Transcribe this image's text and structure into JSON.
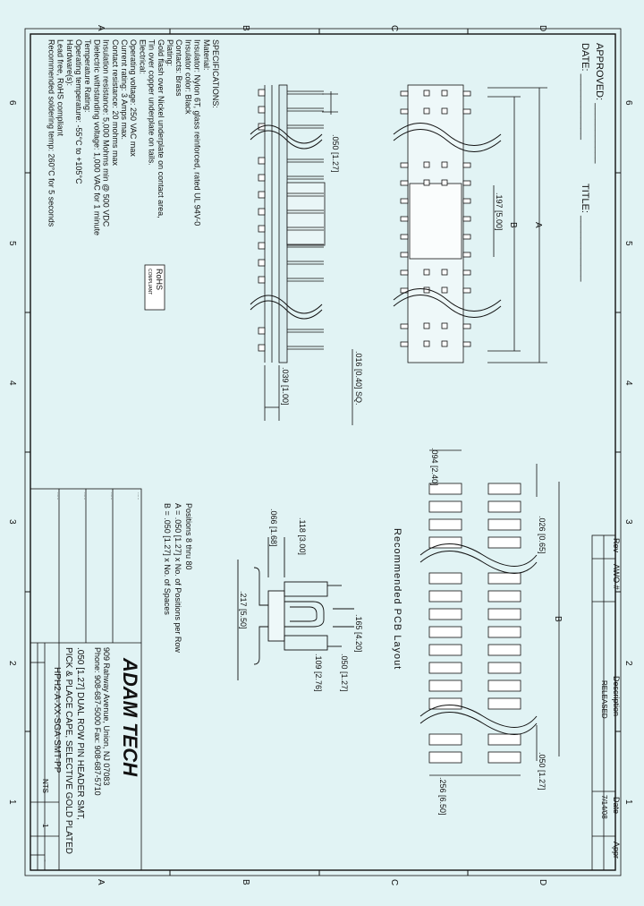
{
  "border": {
    "zones_top": [
      "A",
      "B",
      "C",
      "D"
    ],
    "zones_bottom": [
      "A",
      "B",
      "C",
      "D"
    ],
    "zones_left": [
      "6",
      "5",
      "4",
      "3",
      "2",
      "1"
    ],
    "zones_right": [
      "6",
      "5",
      "4",
      "3",
      "2",
      "1"
    ]
  },
  "approval": {
    "approved": "APPROVED: ___________",
    "date": "DATE: ____________",
    "title": "TITLE: ____________"
  },
  "specifications": [
    "SPECIFICATIONS:",
    "Material:",
    "Insulator: Nylon 6T, glass reinforced, rated UL 94V-0",
    "Insulator color: Black",
    "Contacts: Brass",
    "Plating:",
    "Gold flash over Nickel underplate on contact area,",
    "Tin over copper underplate on tails.",
    "Electrical:",
    "Operating voltage: 250 VAC max",
    "Current rating: 3 Amps max.",
    "Contact resistance: 20 mohms max",
    "Insulation resistance: 5,000 Mohms min @ 500 VDC",
    "Dielectric withstanding voltage: 1,000 VAC for 1 minute",
    "Temperature Rating:",
    "Operating temperature: -55°C to +105°C",
    "Hardware(s):",
    "Lead free, RoHS compliant",
    "Recommended soldering temp: 260°C for 5 seconds"
  ],
  "rohs": {
    "line1": "RoHS",
    "line2": "COMPLIANT"
  },
  "dimensions": {
    "d050_top": ".050 [1.27]",
    "d197": ".197 [5.00]",
    "dA": "A",
    "dB_top": "B",
    "d016": ".016 [0.40] SQ.",
    "d039": ".039 [1.00]",
    "d094": ".094 [2.40]",
    "d026": ".026 [0.65]",
    "dB_pcb": "B",
    "d050_pcb": ".050 [1.27]",
    "d256": ".256 [6.50]",
    "d118": ".118 [3.00]",
    "d066": ".066 [1.68]",
    "d217": ".217 [5.50]",
    "d165": ".165 [4.20]",
    "d050_side": ".050 [1.27]",
    "d109": ".109 [2.76]"
  },
  "pcb_layout_label": "Recommended PCB Layout",
  "positions_note": [
    "Positions 8 thru 80",
    "A = .050 [1.27] x No. of Positions per Row",
    "B = .050 [1.27] x No. of Spaces"
  ],
  "revision_table": {
    "headers": [
      "Rev",
      "AWO #",
      "Description",
      "Date",
      "Appr"
    ],
    "row": [
      "",
      "",
      "RELEASED",
      "7/14/08",
      ""
    ]
  },
  "title_block": {
    "company": "ADAM TECH",
    "address": "909 Rahway Avenue, Union, NJ 07083",
    "phone": "Phone: 908-687-5000 Fax: 908-687-5710",
    "desc1": ".050 [1.27] DUAL ROW PIN HEADER SMT,",
    "desc2": "PICK & PLACE CAPE, SELECTIVE GOLD PLATED",
    "part_no": "HPH2-A-XX-SGA-SMT-PP",
    "scale": "NTS",
    "sheet": "1",
    "rev": "-"
  },
  "colors": {
    "background": "#e1f3f4",
    "ink": "#111111",
    "pad": "#ffffff"
  }
}
